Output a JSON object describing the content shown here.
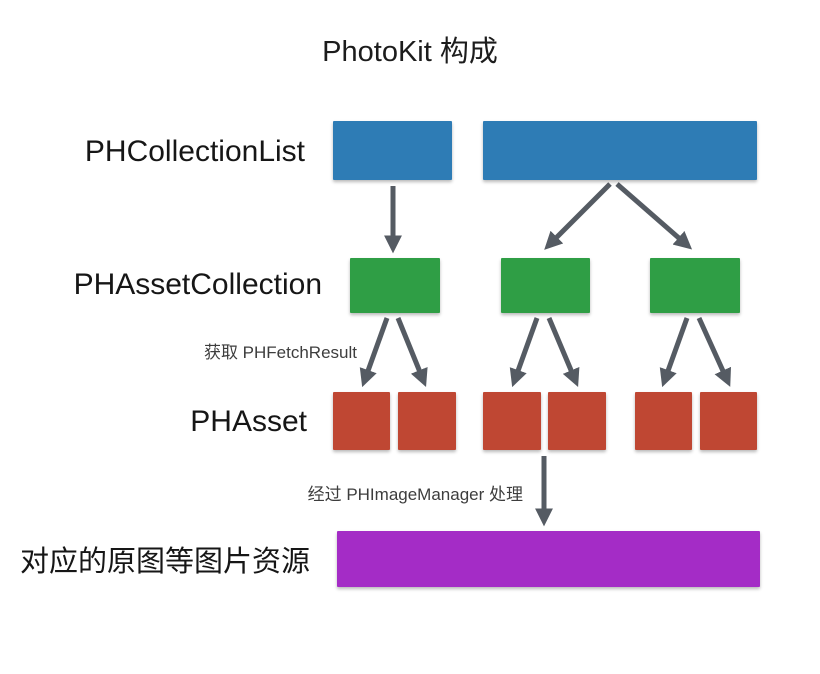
{
  "title": "PhotoKit 构成",
  "labels": {
    "collection_list": "PHCollectionList",
    "asset_collection": "PHAssetCollection",
    "asset": "PHAsset",
    "image_resource": "对应的原图等图片资源"
  },
  "annotations": {
    "fetch_result": "获取 PHFetchResult",
    "image_manager": "经过 PHImageManager 处理"
  },
  "colors": {
    "collection_list_box": "#2e7cb5",
    "asset_collection_box": "#2f9e45",
    "asset_box": "#bf4733",
    "image_resource_box": "#a42cc6",
    "arrow": "#555b63"
  },
  "nodes": {
    "collection_list_count": 2,
    "asset_collection_count": 3,
    "asset_count": 6,
    "image_resource_count": 1
  },
  "edges": [
    [
      393,
      186,
      393,
      248
    ],
    [
      610,
      184,
      548,
      246
    ],
    [
      617,
      184,
      688,
      246
    ],
    [
      387,
      318,
      364,
      382
    ],
    [
      398,
      318,
      424,
      382
    ],
    [
      537,
      318,
      514,
      382
    ],
    [
      549,
      318,
      576,
      382
    ],
    [
      687,
      318,
      664,
      382
    ],
    [
      699,
      318,
      728,
      382
    ],
    [
      544,
      456,
      544,
      521
    ]
  ]
}
